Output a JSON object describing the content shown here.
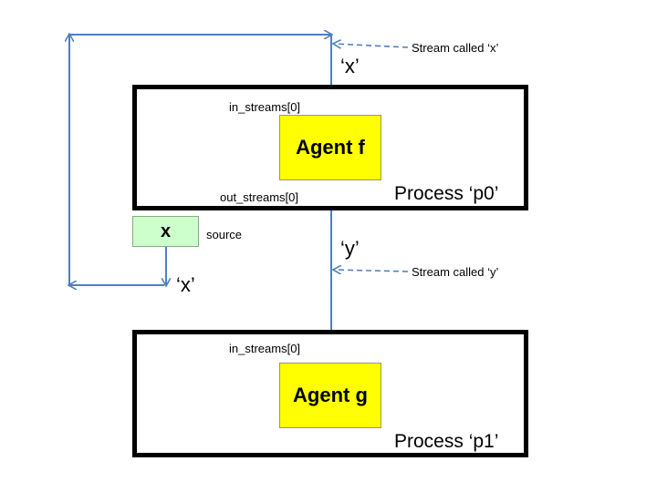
{
  "process_p0": {
    "label": "Process ‘p0’"
  },
  "process_p1": {
    "label": "Process ‘p1’"
  },
  "agent_f": {
    "label": "Agent f",
    "in_label": "in_streams[0]",
    "out_label": "out_streams[0]"
  },
  "agent_g": {
    "label": "Agent g",
    "in_label": "in_streams[0]"
  },
  "source": {
    "name": "x",
    "label": "source"
  },
  "streams": {
    "x_top": "‘x’",
    "x_bottom": "‘x’",
    "y": "‘y’",
    "note_x": "Stream called ‘x’",
    "note_y": "Stream called ‘y’"
  },
  "colors": {
    "arrow": "#4f7fbf",
    "agent_fill": "#ffff00",
    "source_fill": "#ccffcc",
    "border": "#000000"
  }
}
